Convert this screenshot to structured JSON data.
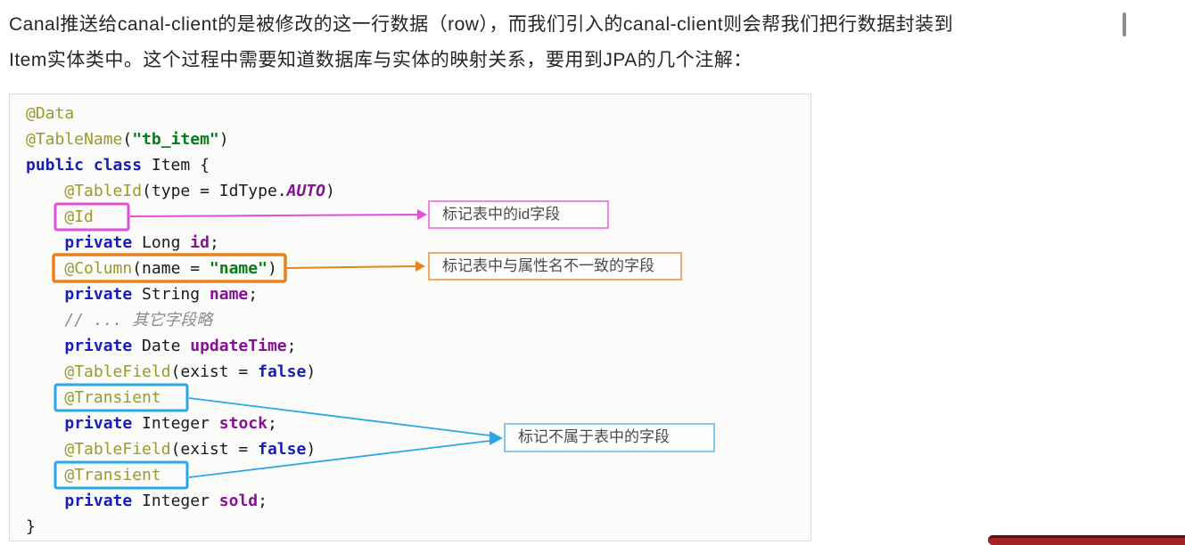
{
  "paragraph": {
    "line1": "Canal推送给canal-client的是被修改的这一行数据（row），而我们引入的canal-client则会帮我们把行数据封装到",
    "line2": "Item实体类中。这个过程中需要知道数据库与实体的映射关系，要用到JPA的几个注解："
  },
  "code": {
    "lines": [
      {
        "tokens": [
          [
            "ann",
            "@Data"
          ]
        ]
      },
      {
        "tokens": [
          [
            "ann",
            "@TableName"
          ],
          [
            "pln",
            "("
          ],
          [
            "str",
            "\"tb_item\""
          ],
          [
            "pln",
            ")"
          ]
        ]
      },
      {
        "tokens": [
          [
            "kw",
            "public class"
          ],
          [
            "pln",
            " Item {"
          ]
        ]
      },
      {
        "tokens": [
          [
            "pln",
            "    "
          ],
          [
            "ann",
            "@TableId"
          ],
          [
            "pln",
            "(type = IdType."
          ],
          [
            "static",
            "AUTO"
          ],
          [
            "pln",
            ")"
          ]
        ]
      },
      {
        "tokens": [
          [
            "pln",
            "    "
          ],
          [
            "ann",
            "@Id"
          ]
        ]
      },
      {
        "tokens": [
          [
            "pln",
            "    "
          ],
          [
            "kw",
            "private"
          ],
          [
            "pln",
            " Long "
          ],
          [
            "fld",
            "id"
          ],
          [
            "pln",
            ";"
          ]
        ]
      },
      {
        "tokens": [
          [
            "pln",
            "    "
          ],
          [
            "ann",
            "@Column"
          ],
          [
            "pln",
            "(name = "
          ],
          [
            "str",
            "\"name\""
          ],
          [
            "pln",
            ")"
          ]
        ]
      },
      {
        "tokens": [
          [
            "pln",
            "    "
          ],
          [
            "kw",
            "private"
          ],
          [
            "pln",
            " String "
          ],
          [
            "fld",
            "name"
          ],
          [
            "pln",
            ";"
          ]
        ]
      },
      {
        "tokens": [
          [
            "cmt",
            "    // ... 其它字段略"
          ]
        ]
      },
      {
        "tokens": [
          [
            "pln",
            "    "
          ],
          [
            "kw",
            "private"
          ],
          [
            "pln",
            " Date "
          ],
          [
            "fld",
            "updateTime"
          ],
          [
            "pln",
            ";"
          ]
        ]
      },
      {
        "tokens": [
          [
            "pln",
            "    "
          ],
          [
            "ann",
            "@TableField"
          ],
          [
            "pln",
            "(exist = "
          ],
          [
            "kw",
            "false"
          ],
          [
            "pln",
            ")"
          ]
        ]
      },
      {
        "tokens": [
          [
            "pln",
            "    "
          ],
          [
            "ann",
            "@Transient"
          ]
        ]
      },
      {
        "tokens": [
          [
            "pln",
            "    "
          ],
          [
            "kw",
            "private"
          ],
          [
            "pln",
            " Integer "
          ],
          [
            "fld",
            "stock"
          ],
          [
            "pln",
            ";"
          ]
        ]
      },
      {
        "tokens": [
          [
            "pln",
            "    "
          ],
          [
            "ann",
            "@TableField"
          ],
          [
            "pln",
            "(exist = "
          ],
          [
            "kw",
            "false"
          ],
          [
            "pln",
            ")"
          ]
        ]
      },
      {
        "tokens": [
          [
            "pln",
            "    "
          ],
          [
            "ann",
            "@Transient"
          ]
        ]
      },
      {
        "tokens": [
          [
            "pln",
            "    "
          ],
          [
            "kw",
            "private"
          ],
          [
            "pln",
            " Integer "
          ],
          [
            "fld",
            "sold"
          ],
          [
            "pln",
            ";"
          ]
        ]
      },
      {
        "tokens": [
          [
            "pln",
            "}"
          ]
        ]
      }
    ]
  },
  "callouts": [
    {
      "target_annotation": "@Id",
      "label": "标记表中的id字段"
    },
    {
      "target_annotation": "@Column",
      "label": "标记表中与属性名不一致的字段"
    },
    {
      "target_annotation": "@Transient",
      "label": "标记不属于表中的字段"
    }
  ],
  "colors": {
    "highlight_pink": "#e24fd8",
    "highlight_orange": "#e8821c",
    "highlight_blue": "#2aa7e8",
    "label_border_pink": "#ee86e8",
    "label_border_orange": "#f0a869",
    "label_border_blue": "#86c5ec",
    "progress_red": "#a12424"
  }
}
